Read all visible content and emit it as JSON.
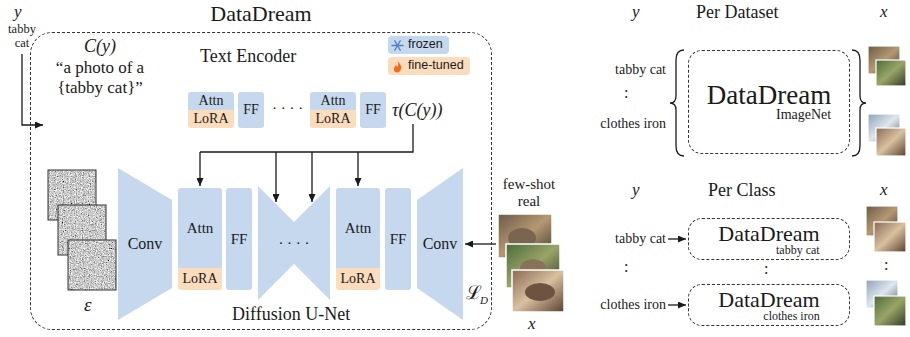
{
  "diagram": {
    "nodes": [
      {
        "text": [
          "DataDream"
        ]
      },
      {
        "text": [
          "Attn",
          "LoRA"
        ],
        "in": 0
      },
      {
        "text": [
          "FF"
        ],
        "in": 0
      },
      {
        "text": [
          "Attn",
          "LoRA"
        ],
        "in": 0
      },
      {
        "text": [
          "FF"
        ],
        "in": 0
      },
      {
        "text": [
          "Conv"
        ],
        "in": 0
      },
      {
        "text": [
          "Attn",
          "LoRA"
        ],
        "in": 0
      },
      {
        "text": [
          "FF"
        ],
        "in": 0
      },
      {
        "text": [
          "· · · ·"
        ],
        "in": 0
      },
      {
        "text": [
          "Attn",
          "LoRA"
        ],
        "in": 0
      },
      {
        "text": [
          "FF"
        ],
        "in": 0
      },
      {
        "text": [
          "Conv"
        ],
        "in": 0
      },
      {
        "text": [
          "DataDream",
          "ImageNet"
        ]
      },
      {
        "text": [
          "DataDream",
          "tabby cat"
        ]
      },
      {
        "text": [
          "DataDream",
          "clothes iron"
        ]
      }
    ],
    "labels": [
      "y",
      "tabby cat",
      "C(y)",
      "“a photo of a {tabby cat}”",
      "Text Encoder",
      "· · · ·",
      "τ(C(y))",
      "ε",
      "Diffusion U-Net",
      "few-shot real",
      "ℒ",
      "D",
      "x",
      "y",
      "Per Dataset",
      "x",
      "tabby cat",
      ":",
      "clothes iron",
      "y",
      "Per Class",
      "x",
      "tabby cat",
      ":",
      "clothes iron",
      ":",
      ":"
    ],
    "legend": [
      {
        "text": "frozen",
        "color": "#c5d8ee"
      },
      {
        "text": "fine-tuned",
        "color": "#fbdcbc"
      }
    ]
  }
}
